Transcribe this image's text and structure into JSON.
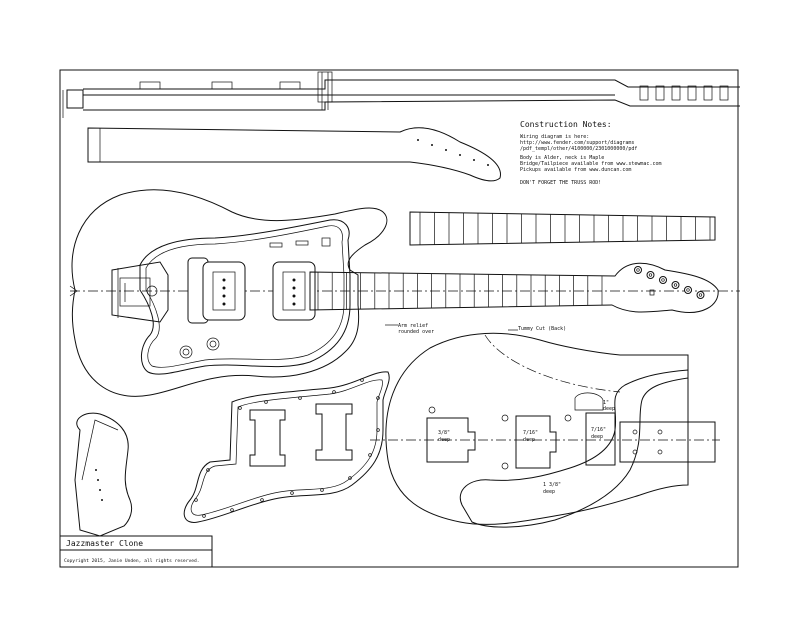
{
  "notes": {
    "heading": "Construction Notes:",
    "lines": [
      "Wiring diagram is here:",
      "http://www.fender.com/support/diagrams",
      "/pdf_templ/other/4100000/2301000000/pdf",
      "",
      "Body is Alder, neck is Maple",
      "Bridge/Tailpiece available from www.stewmac.com",
      "Pickups available from www.duncan.com",
      "",
      "DON'T FORGET THE TRUSS ROD!"
    ]
  },
  "labels": {
    "arm_relief": "Arm relief",
    "arm_relief_2": "rounded over",
    "tummy_cut": "Tummy Cut (Back)",
    "cav_bridge_1": "3/8\"",
    "cav_bridge_2": "deep",
    "cav_neck_1": "7/16\"",
    "cav_neck_2": "deep",
    "cav_mid_1": "7/16\"",
    "cav_mid_2": "deep",
    "cav_upper_1": "1\"",
    "cav_upper_2": "deep",
    "cav_control_1": "1 3/8\"",
    "cav_control_2": "deep"
  },
  "title_block": {
    "title": "Jazzmaster Clone",
    "copyright": "Copyright 2015, Janie Unden, all rights reserved."
  }
}
